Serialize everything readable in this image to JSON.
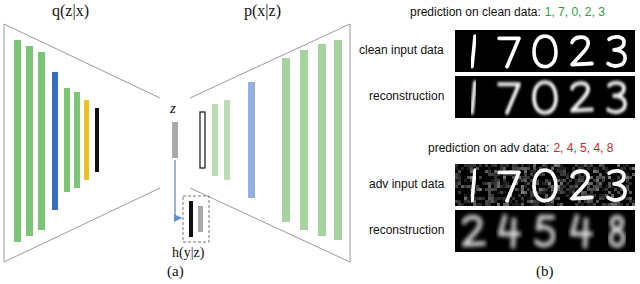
{
  "diagram": {
    "labels": [
      "q(z|x)",
      "p(x|z)",
      "z",
      "h(y|z)",
      "(a)",
      "prediction on clean data:",
      "1, 7, 0, 2, 3",
      "clean input data",
      "reconstruction",
      "prediction on adv data:",
      "2, 4, 5, 4, 8",
      "adv input data",
      "reconstruction",
      "(b)"
    ]
  }
}
